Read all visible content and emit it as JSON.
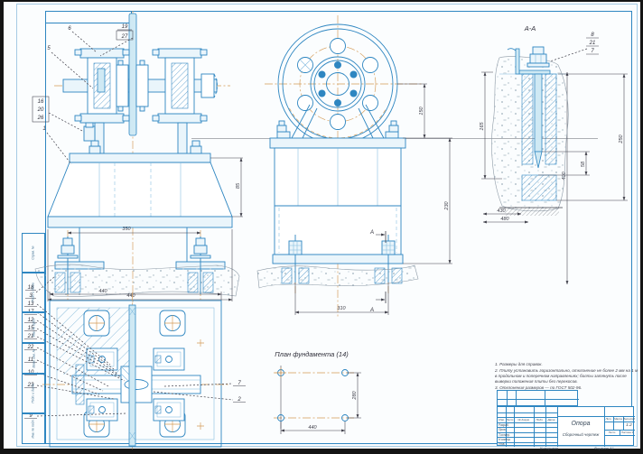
{
  "sheet": {
    "section_title": "А-А",
    "foundation_plan_title": "План фундамента (14)"
  },
  "front_view": {
    "callouts": {
      "n19": "19",
      "n27": "27",
      "n6": "6",
      "n5": "5",
      "n16": "16",
      "n20": "20",
      "n26": "26",
      "n1": "1",
      "n18": "18",
      "n3": "3"
    },
    "dims": {
      "bolt_span": "350",
      "base_width": "440",
      "height": "85"
    }
  },
  "side_view": {
    "section_mark": "А",
    "dims": {
      "bolt_span": "310",
      "upper": "150",
      "mid_height": "230",
      "total_height": "400"
    }
  },
  "section_aa": {
    "callouts": {
      "n8": "8",
      "n21": "21",
      "n7": "7"
    },
    "dims": {
      "depth": "165",
      "total_depth": "250",
      "cone": "58",
      "d430": "430",
      "d480": "480"
    }
  },
  "plan_view": {
    "dims": {
      "width": "440"
    },
    "callouts_left": [
      "13",
      "17",
      "12",
      "15",
      "21",
      "22",
      "11",
      "10",
      "23",
      "9"
    ],
    "callouts_right": [
      "7",
      "2"
    ]
  },
  "foundation_plan": {
    "dims": {
      "width": "440",
      "height": "280"
    }
  },
  "notes": [
    "1. Размеры для справок.",
    "2. Плиту установить горизонтально, отклонение не более 2 мм на 1 м в продольном и поперечном направлениях; болты затянуть после выверки положения плиты без перекосов.",
    "3. Отклонения размеров — по ГОСТ 502-96."
  ],
  "title_block": {
    "doc_name": "Опора",
    "doc_type": "Сборочный чертеж",
    "header_cols": [
      "Изм.",
      "Лист",
      "№ докум.",
      "Подп.",
      "Дата"
    ],
    "rows": [
      "Разраб.",
      "Пров.",
      "Т.контр.",
      "Н.контр.",
      "Утв."
    ],
    "lit_label": "Лит.",
    "mass_label": "Масса",
    "scale_label": "Масштаб",
    "scale_value": "1:2",
    "sheet_label": "Лист",
    "sheets_label": "Листов 1"
  },
  "margin_fields": [
    "Справ. №",
    "Подп. и дата",
    "Инв. № дубл.",
    "Взам. инв. №",
    "Подп. и дата",
    "Инв. № подл."
  ],
  "footer": {
    "copied": "Копировал",
    "format": "Формат А1"
  }
}
